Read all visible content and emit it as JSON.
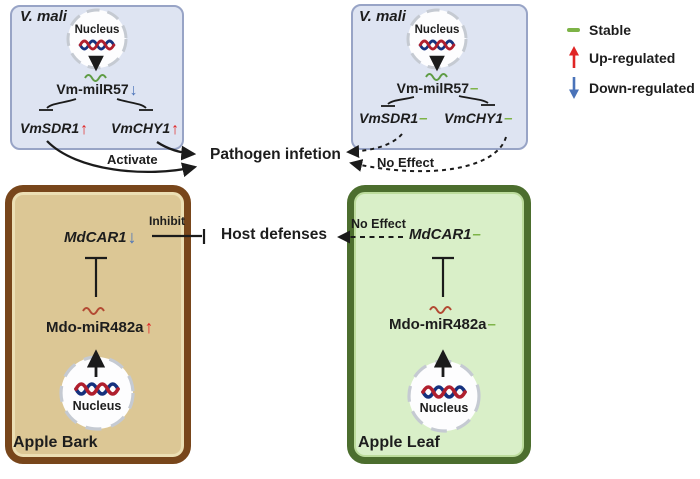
{
  "colors": {
    "up": "#e02525",
    "down": "#4a73b9",
    "stable": "#7db347",
    "vmali_box_fill": "#dee4f2",
    "vmali_box_border": "#98a4c6",
    "bark_box_fill": "#dcc795",
    "bark_box_border": "#78461b",
    "leaf_box_fill": "#d9efc8",
    "leaf_box_border": "#4c6e2e",
    "dna_red": "#b01f2e",
    "dna_blue": "#15317e"
  },
  "symbols": {
    "up": "↑",
    "down": "↓",
    "stable": "–"
  },
  "legend": {
    "stable_label": "Stable",
    "up_label": "Up-regulated",
    "down_label": "Down-regulated"
  },
  "center": {
    "pathogen_label": "Pathogen infetion",
    "host_label": "Host defenses",
    "activate_label": "Activate",
    "inhibit_label": "Inhibit",
    "no_effect_top_label": "No Effect",
    "no_effect_bottom_label": "No Effect"
  },
  "vmali_bark": {
    "title": "V. mali",
    "nucleus_label": "Nucleus",
    "mirna": "Vm-milR57",
    "mirna_state": "down",
    "genes": [
      {
        "name": "VmSDR1",
        "state": "up"
      },
      {
        "name": "VmCHY1",
        "state": "up"
      }
    ]
  },
  "vmali_leaf": {
    "title": "V. mali",
    "nucleus_label": "Nucleus",
    "mirna": "Vm-milR57",
    "mirna_state": "stable",
    "genes": [
      {
        "name": "VmSDR1",
        "state": "stable"
      },
      {
        "name": "VmCHY1",
        "state": "stable"
      }
    ]
  },
  "apple_bark": {
    "label": "Apple Bark",
    "nucleus_label": "Nucleus",
    "gene": "MdCAR1",
    "gene_state": "down",
    "mirna": "Mdo-miR482a",
    "mirna_state": "up"
  },
  "apple_leaf": {
    "label": "Apple Leaf",
    "nucleus_label": "Nucleus",
    "gene": "MdCAR1",
    "gene_state": "stable",
    "mirna": "Mdo-miR482a",
    "mirna_state": "stable"
  }
}
